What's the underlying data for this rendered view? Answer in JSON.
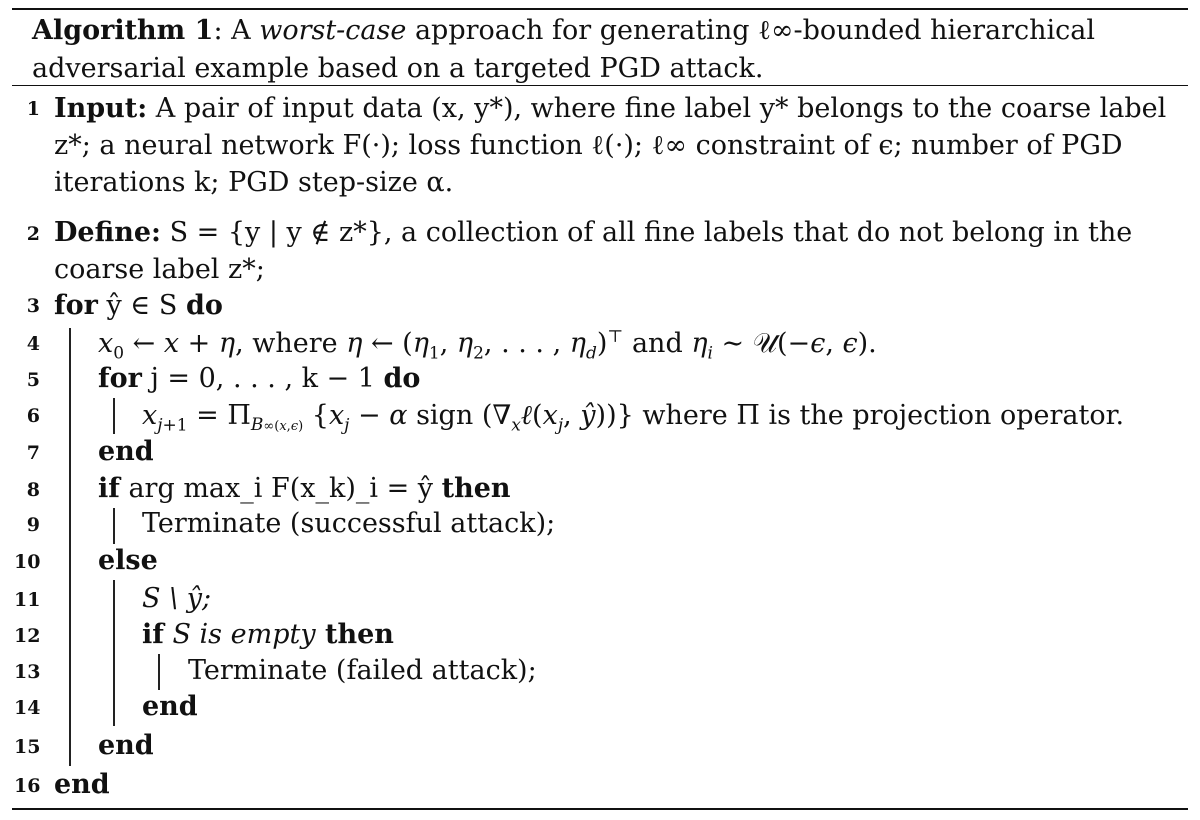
{
  "caption": {
    "label": "Algorithm 1",
    "sep": ": A ",
    "emph": "worst-case",
    "rest": " approach for generating ℓ∞-bounded hierarchical adversarial example based on a targeted PGD attack."
  },
  "lines": [
    {
      "n": "1",
      "kw": "Input:",
      "text": " A pair of input data (x, y*), where fine label y* belongs to the coarse label z*; a neural network F(·); loss function ℓ(·); ℓ∞ constraint of ϵ; number of PGD iterations k; PGD step-size α."
    },
    {
      "n": "2",
      "kw": "Define:",
      "text": " S = {y | y ∉ z*}, a collection of all fine labels that do not belong in the coarse label z*;"
    },
    {
      "n": "3",
      "kw": "for",
      "mid": " ŷ ∈ S ",
      "kw2": "do"
    },
    {
      "n": "4",
      "text": "x₀ ← x + η, where η ← (η₁, η₂, . . . , η_d)^⊤ and η_i ∼ 𝒰(−ϵ, ϵ)."
    },
    {
      "n": "5",
      "kw": "for",
      "mid": " j = 0, . . . , k − 1 ",
      "kw2": "do"
    },
    {
      "n": "6",
      "text": "x_{j+1} = Π_{B∞(x,ϵ)} {x_j − α sign (∇_x ℓ(x_j, ŷ))} where Π is the projection operator."
    },
    {
      "n": "7",
      "kw": "end"
    },
    {
      "n": "8",
      "kw": "if",
      "mid": " arg max_i F(x_k)_i = ŷ ",
      "kw2": "then"
    },
    {
      "n": "9",
      "text": "Terminate (successful attack);"
    },
    {
      "n": "10",
      "kw": "else"
    },
    {
      "n": "11",
      "text": "S \\ ŷ;"
    },
    {
      "n": "12",
      "kw": "if",
      "mid": " S ",
      "emph": "is empty",
      "kw2": " then"
    },
    {
      "n": "13",
      "text": "Terminate (failed attack);"
    },
    {
      "n": "14",
      "kw": "end"
    },
    {
      "n": "15",
      "kw": "end"
    },
    {
      "n": "16",
      "kw": "end"
    }
  ]
}
